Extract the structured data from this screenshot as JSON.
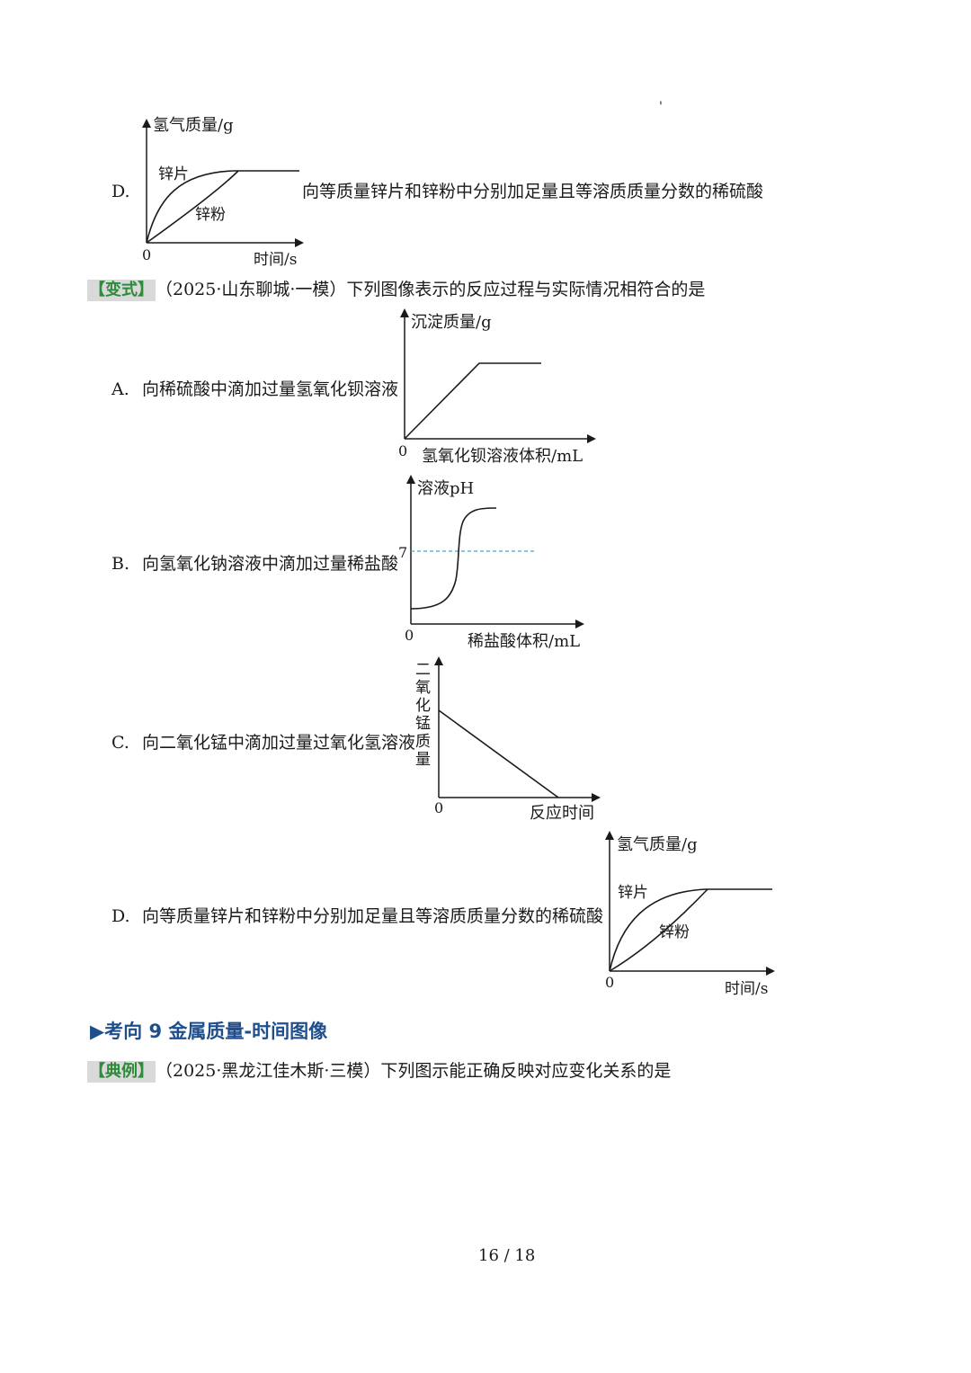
{
  "top_mark": "'",
  "option_d_top": {
    "letter": "D.",
    "text": "向等质量锌片和锌粉中分别加足量且等溶质质量分数的稀硫酸",
    "chart": {
      "ylabel": "氢气质量/g",
      "xlabel": "时间/s",
      "origin": "0",
      "curve1_label": "锌片",
      "curve2_label": "锌粉"
    }
  },
  "variant": {
    "tag": "【变式】",
    "question": "（2025·山东聊城·一模）下列图像表示的反应过程与实际情况相符合的是"
  },
  "option_a": {
    "letter": "A.",
    "text": "向稀硫酸中滴加过量氢氧化钡溶液",
    "chart": {
      "ylabel": "沉淀质量/g",
      "xlabel": "氢氧化钡溶液体积/mL",
      "origin": "0"
    }
  },
  "option_b": {
    "letter": "B.",
    "text": "向氢氧化钠溶液中滴加过量稀盐酸",
    "chart": {
      "ylabel": "溶液pH",
      "xlabel": "稀盐酸体积/mL",
      "origin": "0",
      "ref_tick": "7",
      "ref_color": "#3aa7c8"
    }
  },
  "option_c": {
    "letter": "C.",
    "text": "向二氧化锰中滴加过量过氧化氢溶液",
    "chart": {
      "ylabel_chars": [
        "二",
        "氧",
        "化",
        "锰",
        "质",
        "量"
      ],
      "xlabel": "反应时间",
      "origin": "0"
    }
  },
  "option_d": {
    "letter": "D.",
    "text": "向等质量锌片和锌粉中分别加足量且等溶质质量分数的稀硫酸",
    "chart": {
      "ylabel": "氢气质量/g",
      "xlabel": "时间/s",
      "origin": "0",
      "curve1_label": "锌片",
      "curve2_label": "锌粉"
    }
  },
  "section": {
    "marker": "▶",
    "title": "考向 9  金属质量-时间图像"
  },
  "example": {
    "tag": "【典例】",
    "question": "（2025·黑龙江佳木斯·三模）下列图示能正确反映对应变化关系的是"
  },
  "page_number": "16 / 18"
}
